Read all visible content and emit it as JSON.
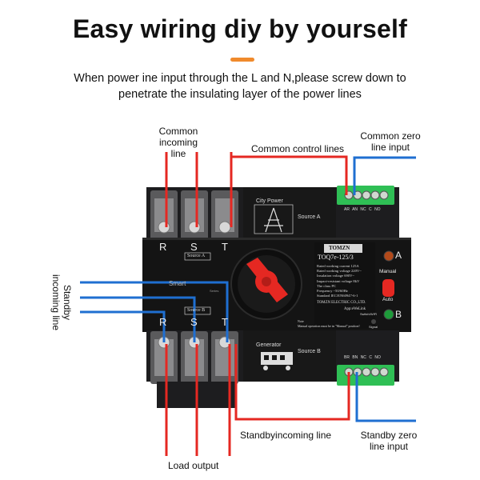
{
  "header": {
    "title": "Easy wiring diy by yourself",
    "subtitle_line1": "When power ine input through the L and N,please screw down to",
    "subtitle_line2": "penetrate the insulating layer of the power lines"
  },
  "callouts": {
    "common_incoming_line_1": "Common",
    "common_incoming_line_2": "incoming line",
    "common_control_lines": "Common control lines",
    "common_zero_line_input_1": "Common zero",
    "common_zero_line_input_2": "line input",
    "standby_incoming_line_1": "Standby",
    "standby_incoming_line_2": "incoming line",
    "standby_incoming_line_bottom": "Standbyincoming line",
    "standby_zero_line_input_1": "Standby zero",
    "standby_zero_line_input_2": "line input",
    "load_output": "Load output"
  },
  "device": {
    "top_label": "City Power",
    "top_source": "Source A",
    "bottom_label": "Generator",
    "bottom_source": "Source B",
    "phase_top": [
      "R",
      "S",
      "T"
    ],
    "phase_bottom": [
      "R",
      "S",
      "T"
    ],
    "source_a_tag": "Source A",
    "source_b_tag": "Source B",
    "brand_plate": "TOMZN",
    "model": "TOQ7e-125/3",
    "specs": [
      "Rated working current  125A",
      "Rated working voltage 220V~",
      "Insulation voltage       690V~",
      "Impact-resistant voltage  8kV",
      "The class                     PC",
      "Frequency              ~50/60Hz",
      "Standard         IEC/EN60947-6-1"
    ],
    "maker": "TOMZN ELECTRIC CO.,LTD.",
    "app": "App:eWeLink",
    "note": "Manual operation must be in \"Manual\" position!",
    "note_label": "Note",
    "led_a": "A",
    "led_b": "B",
    "manual": "Manual",
    "auto": "Auto",
    "signal": "Signal",
    "switch_wifi": "Switch/WIFI",
    "terminal_top": [
      "AR",
      "AN",
      "NC",
      "C",
      "NO"
    ],
    "terminal_bottom": [
      "BR",
      "BN",
      "NC",
      "C",
      "NO"
    ],
    "series_logo": "Smart",
    "series_sub": "Series"
  },
  "colors": {
    "red_wire": "#e52822",
    "blue_wire": "#1f6fd1",
    "accent": "#f08a2c",
    "device_body": "#1d1d1f",
    "terminal_green": "#2fbf55"
  }
}
